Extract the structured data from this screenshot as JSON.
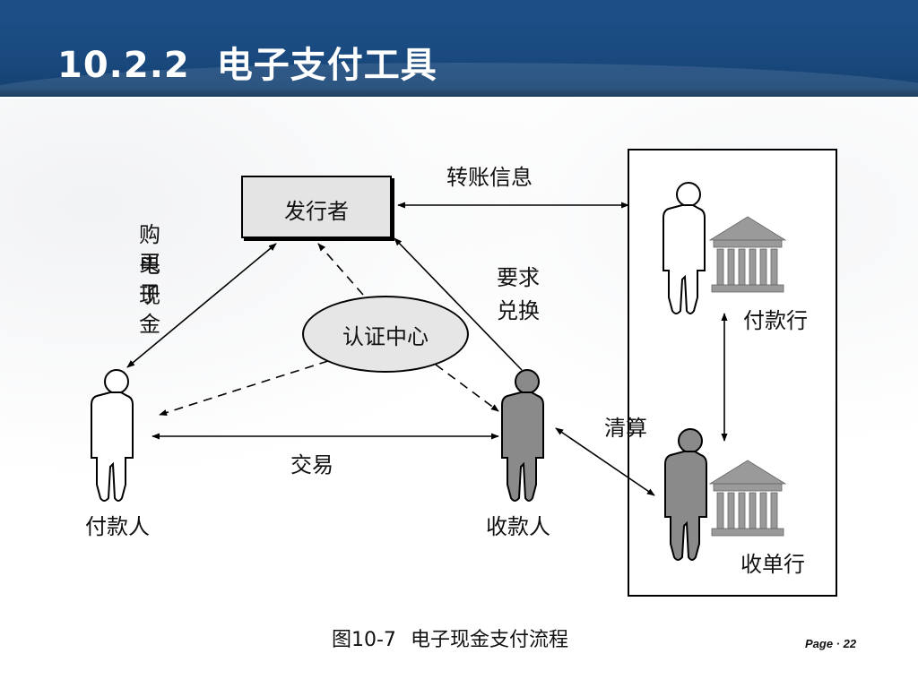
{
  "header": {
    "number": "10.2.2",
    "title": "电子支付工具"
  },
  "diagram": {
    "issuer": "发行者",
    "ca": "认证中心",
    "payer": "付款人",
    "payee": "收款人",
    "payer_bank": "付款行",
    "payee_bank": "收单行",
    "edge_buy": [
      "购买",
      "电子",
      "现金"
    ],
    "edge_transfer": "转账信息",
    "edge_redeem": [
      "要求",
      "兑换"
    ],
    "edge_trade": "交易",
    "edge_clearing": "清算"
  },
  "caption": {
    "number": "图10-7",
    "text": "电子现金支付流程"
  },
  "footer": {
    "page": "Page  ·  22"
  },
  "colors": {
    "header_bg": "#1d4f86",
    "header_text": "#ffffff",
    "figure_gray": "#8a8a8a",
    "box_fill": "#e4e4e4"
  }
}
